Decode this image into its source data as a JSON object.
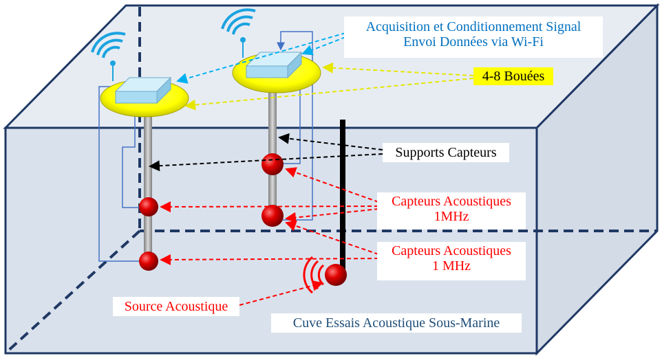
{
  "labels": {
    "acquisition_line1": "Acquisition et Conditionnement Signal",
    "acquisition_line2": "Envoi Données via Wi-Fi",
    "bouees": "4-8 Bouées",
    "supports": "Supports Capteurs",
    "capteurs_a_line1": "Capteurs Acoustiques",
    "capteurs_a_line2": "1MHz",
    "capteurs_b_line1": "Capteurs Acoustiques",
    "capteurs_b_line2": "1 MHz",
    "source": "Source Acoustique",
    "cuve": "Cuve Essais Acoustique Sous-Marine"
  },
  "colors": {
    "tank_front": "#d9e1ec",
    "tank_top": "#e7ecf3",
    "tank_side": "#d3dbe7",
    "tank_edge": "#1f3864",
    "buoy": "#ffff00",
    "module": "#a9dcf3",
    "wifi": "#1aa3e0",
    "cyan_arrow": "#00b0f0",
    "yellow_arrow": "#ffff00",
    "black_arrow": "#000000",
    "red_arrow": "#ff0000",
    "sensor": "#d40000",
    "wire": "#4472c4",
    "acquisition_text": "#0070c0",
    "bouees_bg": "#ffff00",
    "red_text": "#ff0000",
    "cuve_text": "#1f4e79"
  },
  "icons": [
    "wifi-icon",
    "wifi-icon",
    "acoustic-wave-icon"
  ]
}
